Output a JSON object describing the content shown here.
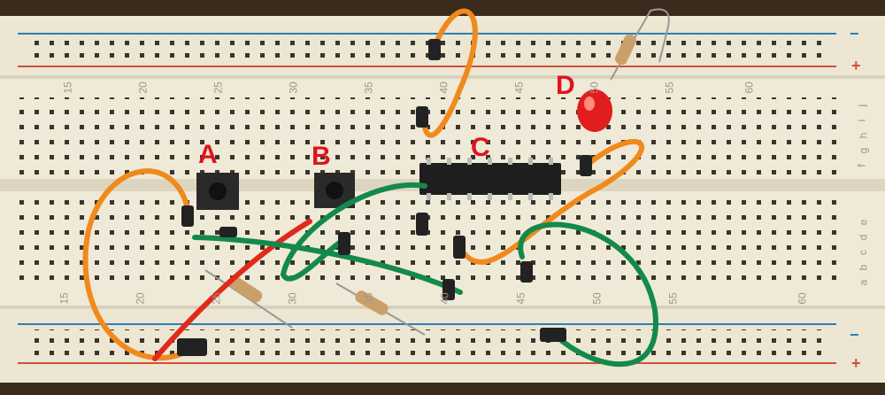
{
  "labels": {
    "a": "A",
    "b": "B",
    "c": "C",
    "d": "D"
  },
  "column_numbers": [
    "15",
    "20",
    "25",
    "30",
    "35",
    "40",
    "45",
    "50",
    "55",
    "60"
  ],
  "row_letters_top": [
    "j",
    "i",
    "h",
    "g",
    "f"
  ],
  "row_letters_bottom": [
    "e",
    "d",
    "c",
    "b",
    "a"
  ],
  "rails": {
    "minus": "−",
    "plus": "+"
  },
  "colors": {
    "label": "#e0141c",
    "board": "#efe9d8",
    "blue_rail": "#2a7fb8",
    "red_rail": "#d0503c",
    "orange_wire": "#f08a1c",
    "green_wire": "#138a4a",
    "red_wire": "#e02a1c"
  }
}
